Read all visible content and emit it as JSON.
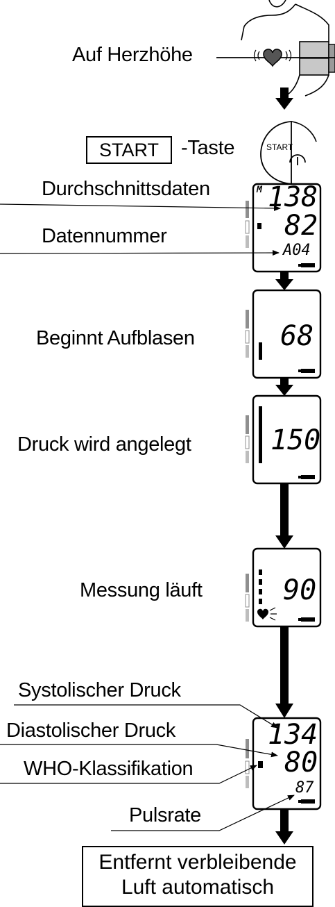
{
  "steps": {
    "heart_level": "Auf Herzhöhe",
    "start_button_label": "START",
    "start_key_suffix": "-Taste",
    "device_button_text": "START",
    "average_data": "Durchschnittsdaten",
    "data_number": "Datennummer",
    "inflation_start": "Beginnt Aufblasen",
    "pressure_applied": "Druck wird angelegt",
    "measuring": "Messung läuft",
    "systolic": "Systolischer Druck",
    "diastolic": "Diastolischer Druck",
    "who_class": "WHO-Klassifikation",
    "pulse_rate": "Pulsrate",
    "final_line1": "Entfernt verbleibende",
    "final_line2": "Luft automatisch"
  },
  "displays": {
    "memory": {
      "mark": "M",
      "sys": "138",
      "dia": "82",
      "id": "A04"
    },
    "inflate": {
      "value": "68"
    },
    "pressure": {
      "value": "150"
    },
    "measure": {
      "value": "90"
    },
    "result": {
      "sys": "134",
      "dia": "80",
      "pulse": "87"
    }
  },
  "colors": {
    "who_bar": "#8f8f8f",
    "who_bar_light": "#bdbdbd",
    "line": "#000000"
  }
}
